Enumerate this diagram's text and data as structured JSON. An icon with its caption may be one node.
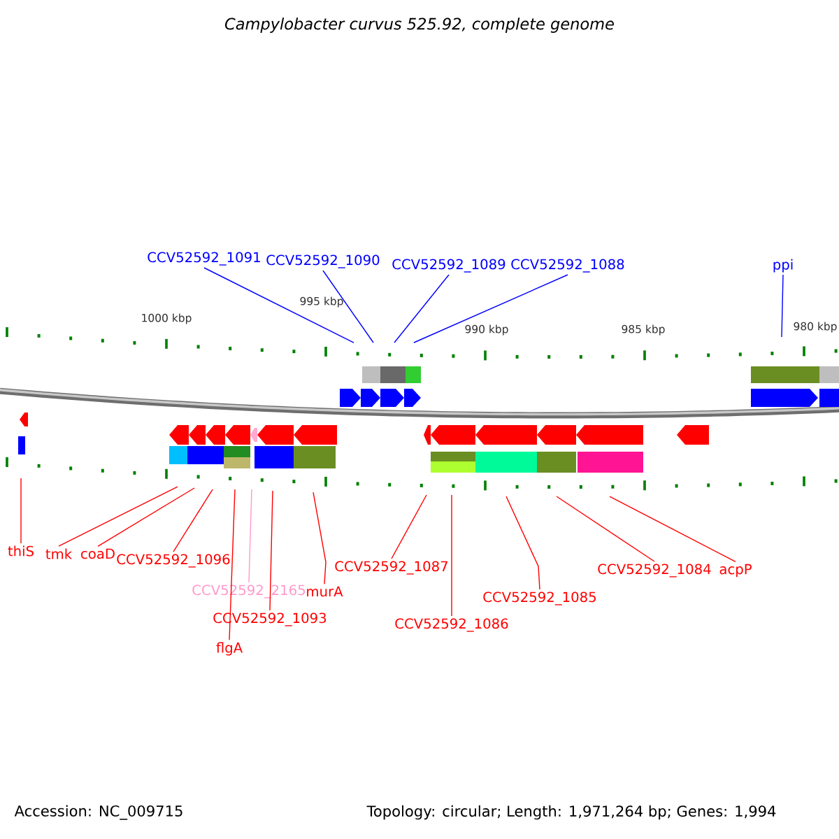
{
  "diagram": {
    "title": "*Campylobacter curvus* 525.92, complete genome",
    "nodes": [
      {
        "text": [
          "CCV52592_1091"
        ]
      },
      {
        "text": [
          "CCV52592_1090"
        ]
      },
      {
        "text": [
          "CCV52592_1089"
        ]
      },
      {
        "text": [
          "CCV52592_1088"
        ]
      },
      {
        "text": [
          "ppi"
        ]
      },
      {
        "text": [
          "thiS"
        ]
      },
      {
        "text": [
          "tmk"
        ]
      },
      {
        "text": [
          "coaD"
        ]
      },
      {
        "text": [
          "CCV52592_1096"
        ]
      },
      {
        "text": [
          "CCV52592_2165"
        ]
      },
      {
        "text": [
          "murA"
        ]
      },
      {
        "text": [
          "CCV52592_1093"
        ]
      },
      {
        "text": [
          "flgA"
        ]
      },
      {
        "text": [
          "CCV52592_1087"
        ]
      },
      {
        "text": [
          "CCV52592_1086"
        ]
      },
      {
        "text": [
          "CCV52592_1085"
        ]
      },
      {
        "text": [
          "CCV52592_1084"
        ]
      },
      {
        "text": [
          "acpP"
        ]
      }
    ],
    "edges": [
      {
        "from": 0,
        "to": null,
        "arrow": "none",
        "color": "#0000ff"
      },
      {
        "from": 1,
        "to": null,
        "arrow": "none",
        "color": "#0000ff"
      },
      {
        "from": 2,
        "to": null,
        "arrow": "none",
        "color": "#0000ff"
      },
      {
        "from": 3,
        "to": null,
        "arrow": "none",
        "color": "#0000ff"
      },
      {
        "from": 4,
        "to": null,
        "arrow": "none",
        "color": "#0000ff"
      },
      {
        "from": 5,
        "to": null,
        "arrow": "none"
      },
      {
        "from": 6,
        "to": null,
        "arrow": "none"
      },
      {
        "from": 7,
        "to": null,
        "arrow": "none"
      },
      {
        "from": 8,
        "to": null,
        "arrow": "none"
      },
      {
        "from": 9,
        "to": null,
        "arrow": "none",
        "color": "#ff99cc"
      },
      {
        "from": 10,
        "to": null,
        "arrow": "none"
      },
      {
        "from": 11,
        "to": null,
        "arrow": "none"
      },
      {
        "from": 12,
        "to": null,
        "arrow": "none"
      },
      {
        "from": 13,
        "to": null,
        "arrow": "none"
      },
      {
        "from": 14,
        "to": null,
        "arrow": "none"
      },
      {
        "from": 15,
        "to": null,
        "arrow": "none"
      },
      {
        "from": 16,
        "to": null,
        "arrow": "none"
      },
      {
        "from": 17,
        "to": null,
        "arrow": "none"
      }
    ],
    "labels": [
      "1000 kbp",
      "995 kbp",
      "990 kbp",
      "985 kbp",
      "980 kbp",
      "Accession: NC_009715",
      "Topology: circular; Length: 1,971,264 bp; Genes: 1,994"
    ]
  }
}
